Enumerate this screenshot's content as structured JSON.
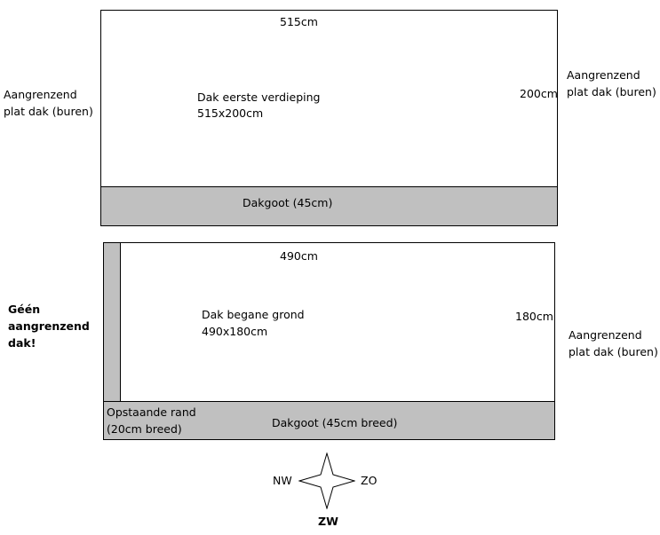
{
  "upper_roof": {
    "width_label": "515cm",
    "name": "Dak eerste verdieping",
    "dimensions": "515x200cm",
    "depth_label": "200cm",
    "gutter": "Dakgoot (45cm)"
  },
  "upper_neighbors": {
    "left": "Aangrenzend\nplat dak (buren)",
    "right": "Aangrenzend\nplat dak (buren)"
  },
  "lower_roof": {
    "width_label": "490cm",
    "name": "Dak begane grond",
    "dimensions": "490x180cm",
    "depth_label": "180cm",
    "raised_edge": "Opstaande rand\n(20cm breed)",
    "gutter": "Dakgoot (45cm breed)"
  },
  "lower_neighbors": {
    "left": "Géén\naangrenzend\ndak!",
    "right": "Aangrenzend\nplat dak (buren)"
  },
  "compass": {
    "west_label": "NW",
    "east_label": "ZO",
    "south_label": "ZW"
  },
  "colors": {
    "gutter_fill": "#c0c0c0",
    "outline": "#000000",
    "background": "#ffffff"
  }
}
